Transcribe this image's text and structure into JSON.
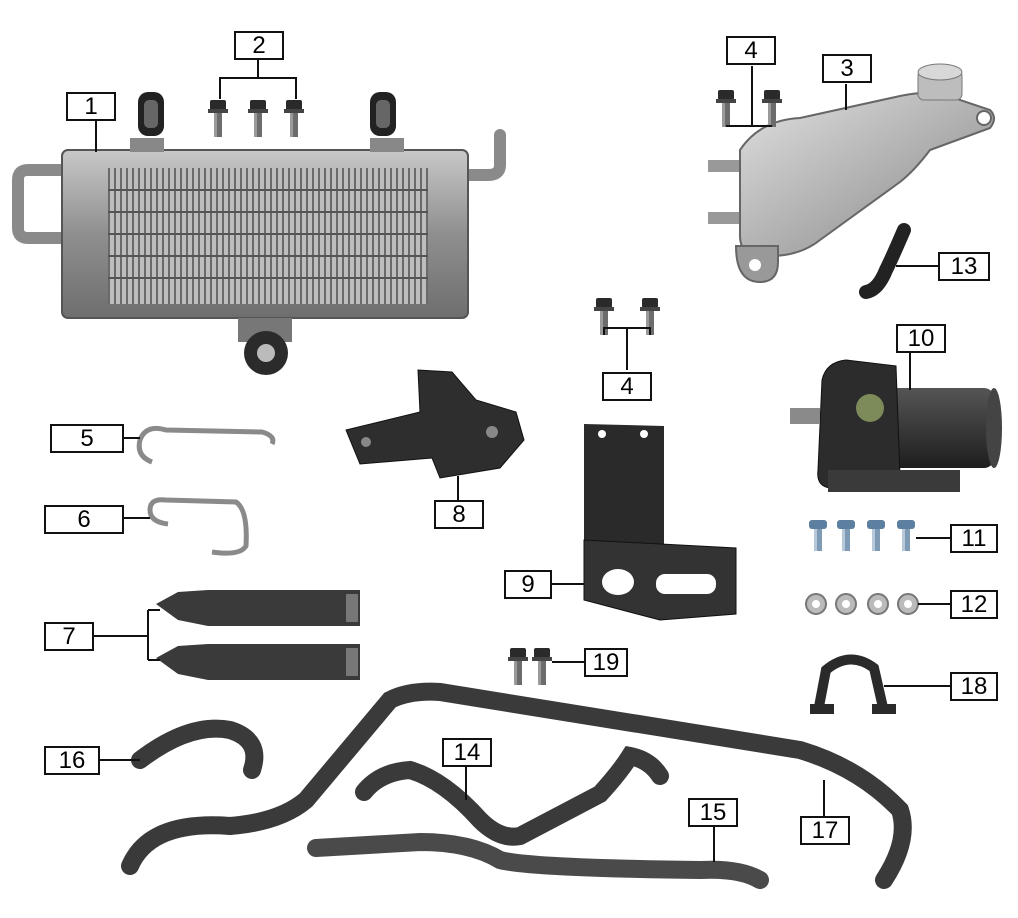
{
  "parts": [
    {
      "label": "1"
    },
    {
      "label": "2"
    },
    {
      "label": "3"
    },
    {
      "label": "4"
    },
    {
      "label": "4"
    },
    {
      "label": "5"
    },
    {
      "label": "6"
    },
    {
      "label": "7"
    },
    {
      "label": "8"
    },
    {
      "label": "9"
    },
    {
      "label": "10"
    },
    {
      "label": "11"
    },
    {
      "label": "12"
    },
    {
      "label": "13"
    },
    {
      "label": "14"
    },
    {
      "label": "15"
    },
    {
      "label": "16"
    },
    {
      "label": "17"
    },
    {
      "label": "18"
    },
    {
      "label": "19"
    }
  ],
  "colors": {
    "metal": "#9a9a9a",
    "dark_part": "#333333",
    "outline": "#111111"
  }
}
